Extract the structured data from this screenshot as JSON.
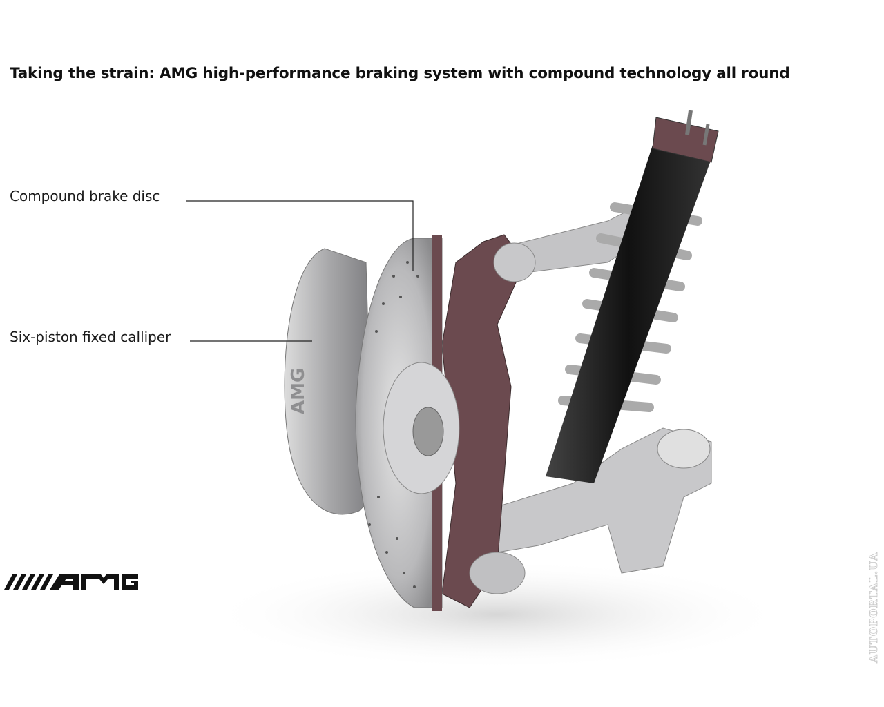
{
  "title": "Taking the strain: AMG high-performance braking system with compound technology all round",
  "callouts": [
    {
      "label": "Compound brake disc"
    },
    {
      "label": "Six-piston fixed calliper"
    }
  ],
  "logo": {
    "text": "AMG"
  },
  "watermark": "AUTOPORTAL.UA",
  "colors": {
    "section_cut": "#6b4a4f",
    "metal": "#c9c9cb",
    "shock": "#1c1c1c"
  }
}
